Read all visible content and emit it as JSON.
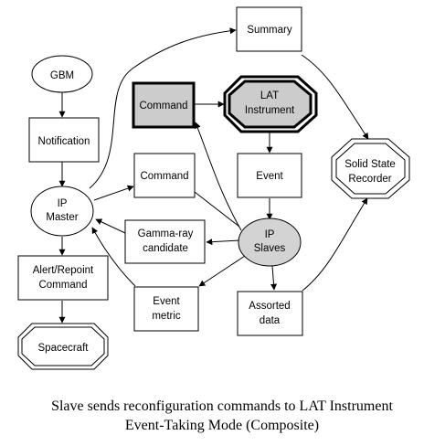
{
  "diagram": {
    "nodes": {
      "gbm": {
        "lines": [
          "GBM"
        ]
      },
      "notification": {
        "lines": [
          "Notification"
        ]
      },
      "ip_master": {
        "lines": [
          "IP",
          "Master"
        ]
      },
      "alert_repoint": {
        "lines": [
          "Alert/Repoint",
          "Command"
        ]
      },
      "spacecraft": {
        "lines": [
          "Spacecraft"
        ]
      },
      "summary": {
        "lines": [
          "Summary"
        ]
      },
      "command_main": {
        "lines": [
          "Command"
        ]
      },
      "lat_instrument": {
        "lines": [
          "LAT",
          "Instrument"
        ]
      },
      "event": {
        "lines": [
          "Event"
        ]
      },
      "command_mid": {
        "lines": [
          "Command"
        ]
      },
      "ip_slaves": {
        "lines": [
          "IP",
          "Slaves"
        ]
      },
      "gamma_ray": {
        "lines": [
          "Gamma-ray",
          "candidate"
        ]
      },
      "event_metric": {
        "lines": [
          "Event",
          "metric"
        ]
      },
      "assorted_data": {
        "lines": [
          "Assorted",
          "data"
        ]
      },
      "ssr": {
        "lines": [
          "Solid State",
          "Recorder"
        ]
      }
    },
    "caption": {
      "line1": "Slave sends reconfiguration commands to LAT Instrument",
      "line2": "Event-Taking Mode (Composite)"
    },
    "colors": {
      "highlight_fill": "#cccccc",
      "slaves_fill": "#d3d3d3",
      "stroke": "#000000",
      "background": "#ffffff"
    }
  }
}
